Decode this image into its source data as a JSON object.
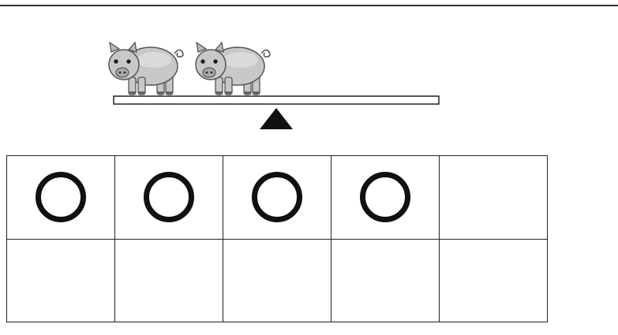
{
  "balance": {
    "pig_count": 2,
    "icon": "pig-icon"
  },
  "ten_frame": {
    "columns": 5,
    "rows": 2,
    "filled_cells": [
      true,
      true,
      true,
      true,
      false,
      false,
      false,
      false,
      false,
      false
    ],
    "counter_icon": "circle-counter"
  },
  "colors": {
    "pig_body": "#c8c8c8",
    "pig_outline": "#555555",
    "line": "#222222",
    "fulcrum": "#111111"
  }
}
